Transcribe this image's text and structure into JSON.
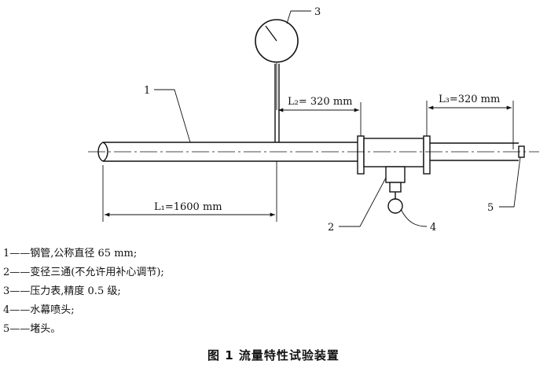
{
  "figure": {
    "labels": {
      "l1": "L₁=1600 mm",
      "l2": "L₂= 320 mm",
      "l3": "L₃=320 mm"
    },
    "callouts": [
      "1",
      "2",
      "3",
      "4",
      "5"
    ]
  },
  "legend": [
    "1——钢管,公称直径 65 mm;",
    "2——变径三通(不允许用补心调节);",
    "3——压力表,精度 0.5 级;",
    "4——水幕喷头;",
    "5——堵头。"
  ],
  "caption": "图 1  流量特性试验装置"
}
